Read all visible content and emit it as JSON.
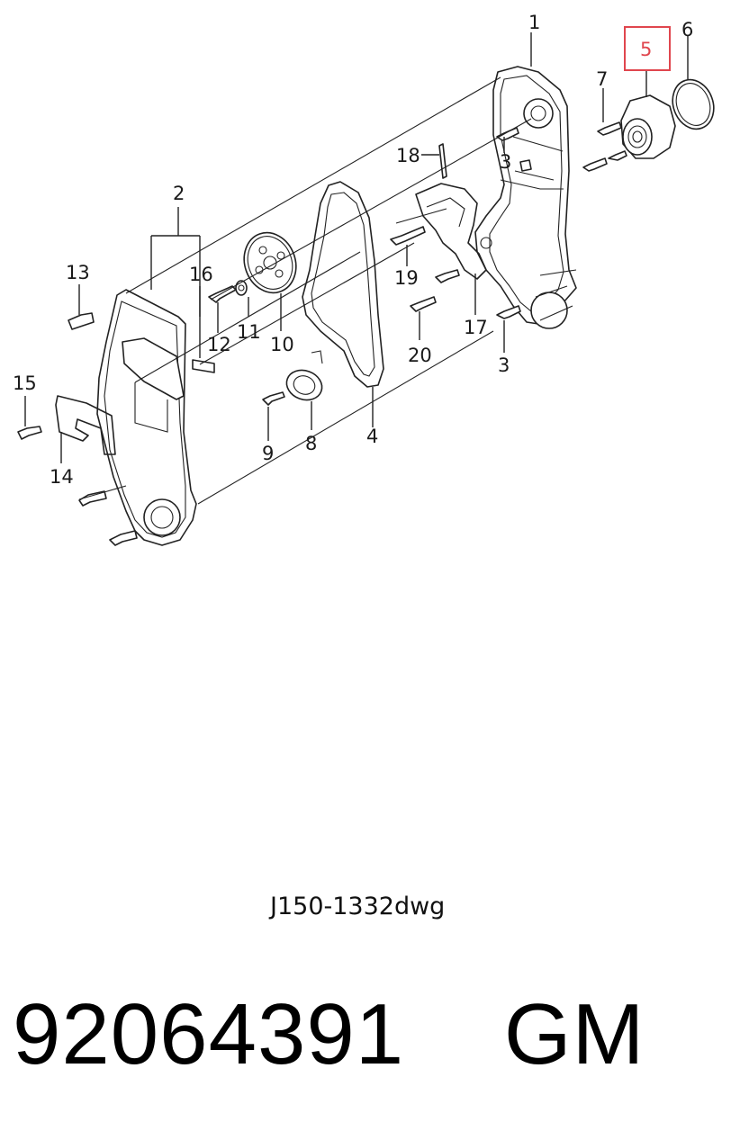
{
  "diagram": {
    "callouts": [
      {
        "id": "1",
        "label": "1"
      },
      {
        "id": "2",
        "label": "2"
      },
      {
        "id": "3a",
        "label": "3"
      },
      {
        "id": "3b",
        "label": "3"
      },
      {
        "id": "4",
        "label": "4"
      },
      {
        "id": "5",
        "label": "5",
        "highlighted": true
      },
      {
        "id": "6",
        "label": "6"
      },
      {
        "id": "7",
        "label": "7"
      },
      {
        "id": "8",
        "label": "8"
      },
      {
        "id": "9",
        "label": "9"
      },
      {
        "id": "10",
        "label": "10"
      },
      {
        "id": "11",
        "label": "11"
      },
      {
        "id": "12",
        "label": "12"
      },
      {
        "id": "13",
        "label": "13"
      },
      {
        "id": "14",
        "label": "14"
      },
      {
        "id": "15",
        "label": "15"
      },
      {
        "id": "16",
        "label": "16"
      },
      {
        "id": "17",
        "label": "17"
      },
      {
        "id": "18",
        "label": "18"
      },
      {
        "id": "19",
        "label": "19"
      },
      {
        "id": "20",
        "label": "20"
      }
    ],
    "highlight_color": "#e0464e"
  },
  "drawing_id": "J150-1332dwg",
  "part_number": "92064391",
  "brand": "GM"
}
